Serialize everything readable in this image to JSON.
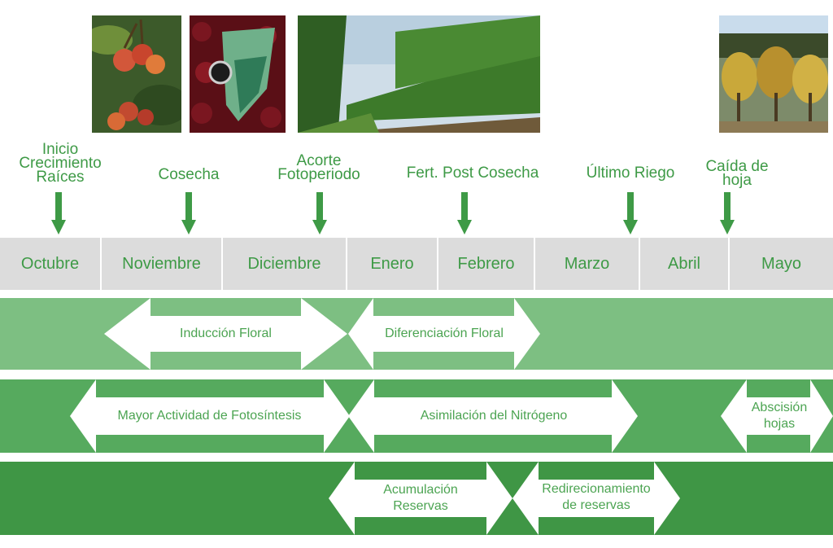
{
  "events": {
    "roots": [
      "Inicio",
      "Crecimiento",
      "Raíces"
    ],
    "harvest": "Cosecha",
    "photoperiod": [
      "Acorte",
      "Fotoperiodo"
    ],
    "post_harvest_fert": "Fert. Post Cosecha",
    "last_irrigation": "Último Riego",
    "leaf_fall": [
      "Caída de",
      "hoja"
    ]
  },
  "months": [
    "Octubre",
    "Noviembre",
    "Diciembre",
    "Enero",
    "Febrero",
    "Marzo",
    "Abril",
    "Mayo"
  ],
  "bands": {
    "floral_induction": "Inducción Floral",
    "floral_differentiation": "Diferenciación Floral",
    "photosynthesis": "Mayor Actividad de Fotosíntesis",
    "nitrogen": "Asimilación del Nitrógeno",
    "leaf_abscission": [
      "Abscisión",
      "hojas"
    ],
    "reserve_accumulation": [
      "Acumulación",
      "Reservas"
    ],
    "reserve_redirection": [
      "Redirecionamiento",
      "de reservas"
    ]
  },
  "colors": {
    "text_green": "#3e9a46",
    "band1": "#7dbf82",
    "band2": "#56aa5e",
    "band3": "#3f9645",
    "month_bg": "#dcdcdc"
  }
}
